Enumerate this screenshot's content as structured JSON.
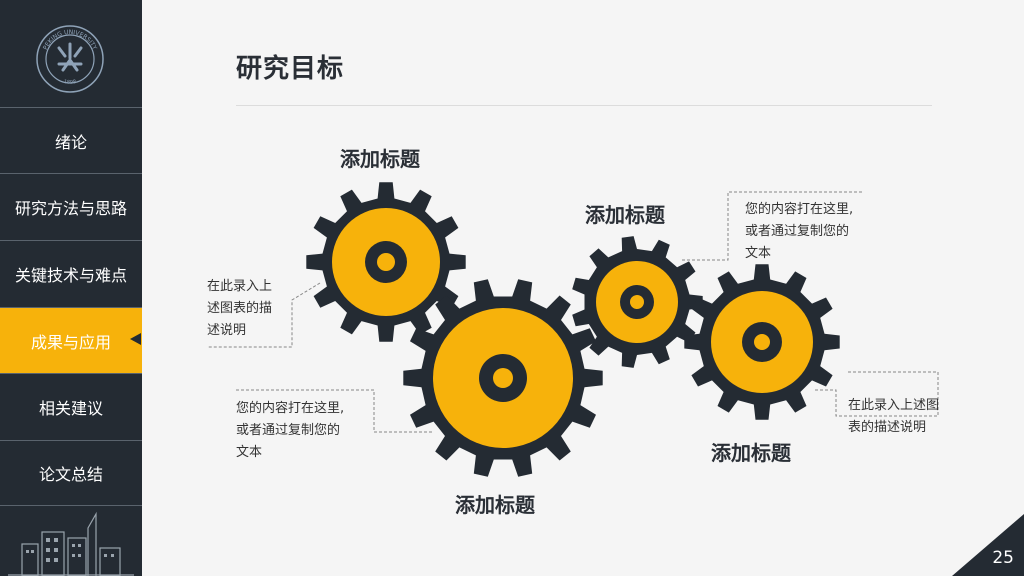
{
  "sidebar": {
    "logo_text": "PEKING UNIVERSITY",
    "logo_year": "1898",
    "items": [
      {
        "label": "绪论"
      },
      {
        "label": "研究方法与思路"
      },
      {
        "label": "关键技术与难点"
      },
      {
        "label": "成果与应用"
      },
      {
        "label": "相关建议"
      },
      {
        "label": "论文总结"
      }
    ],
    "active_index": 3
  },
  "header": {
    "title": "研究目标"
  },
  "gears": [
    {
      "title": "添加标题"
    },
    {
      "title": "添加标题"
    },
    {
      "title": "添加标题"
    },
    {
      "title": "添加标题"
    }
  ],
  "notes": {
    "left_top": [
      "在此录入上",
      "述图表的描",
      "述说明"
    ],
    "left_bottom": [
      "您的内容打在这里,",
      "或者通过复制您的",
      "文本"
    ],
    "right_top": [
      "您的内容打在这里,",
      "或者通过复制您的",
      "文本"
    ],
    "right_bottom": [
      "在此录入上述图",
      "表的描述说明"
    ]
  },
  "footer": {
    "page_number": "25"
  },
  "colors": {
    "accent": "#f7b20b",
    "dark": "#242b33",
    "background": "#f5f5f5"
  }
}
